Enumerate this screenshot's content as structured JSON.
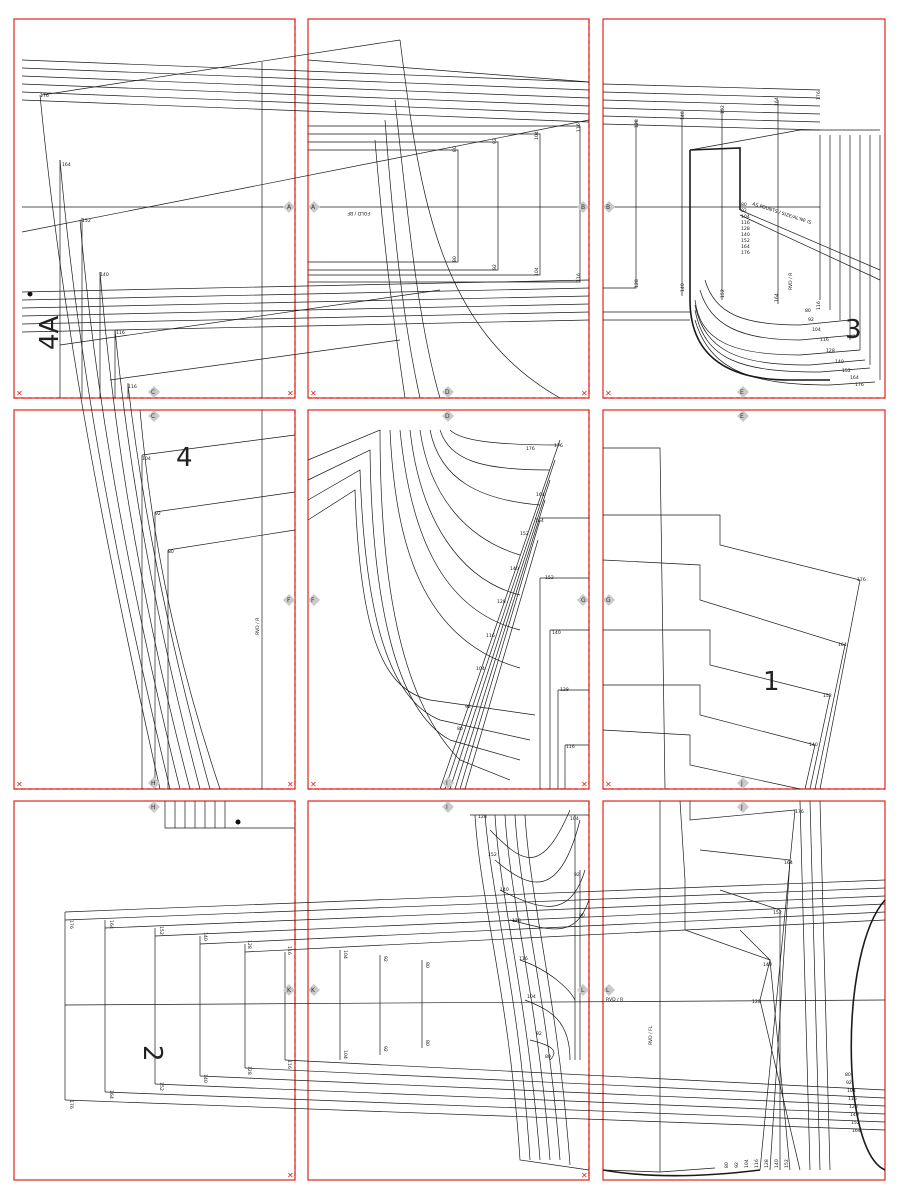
{
  "pieces": [
    {
      "id": "piece-4a",
      "label": "4A"
    },
    {
      "id": "piece-4",
      "label": "4"
    },
    {
      "id": "piece-3",
      "label": "3"
    },
    {
      "id": "piece-1",
      "label": "1"
    },
    {
      "id": "piece-2",
      "label": "2"
    }
  ],
  "markers": [
    "A",
    "B",
    "C",
    "D",
    "E",
    "F",
    "G",
    "H",
    "I",
    "J",
    "K",
    "L"
  ],
  "size_numbers": [
    "80",
    "92",
    "104",
    "116",
    "128",
    "140",
    "152",
    "164",
    "176"
  ],
  "grain_labels": {
    "rvd": "RVD / R",
    "rvd_fl": "RVD / FL",
    "fold": "FOLD / BF"
  },
  "instruction_text": "AS POUNTS / SIZE/AL'NE IS",
  "size_stack": [
    "80",
    "92",
    "104",
    "116",
    "128",
    "140",
    "152",
    "164",
    "176"
  ],
  "colors": {
    "tile_border": "#e1251b",
    "line": "#1a1a1a",
    "marker": "#c9c9c9"
  },
  "layout_grid": {
    "rows": 3,
    "cols": 3
  }
}
